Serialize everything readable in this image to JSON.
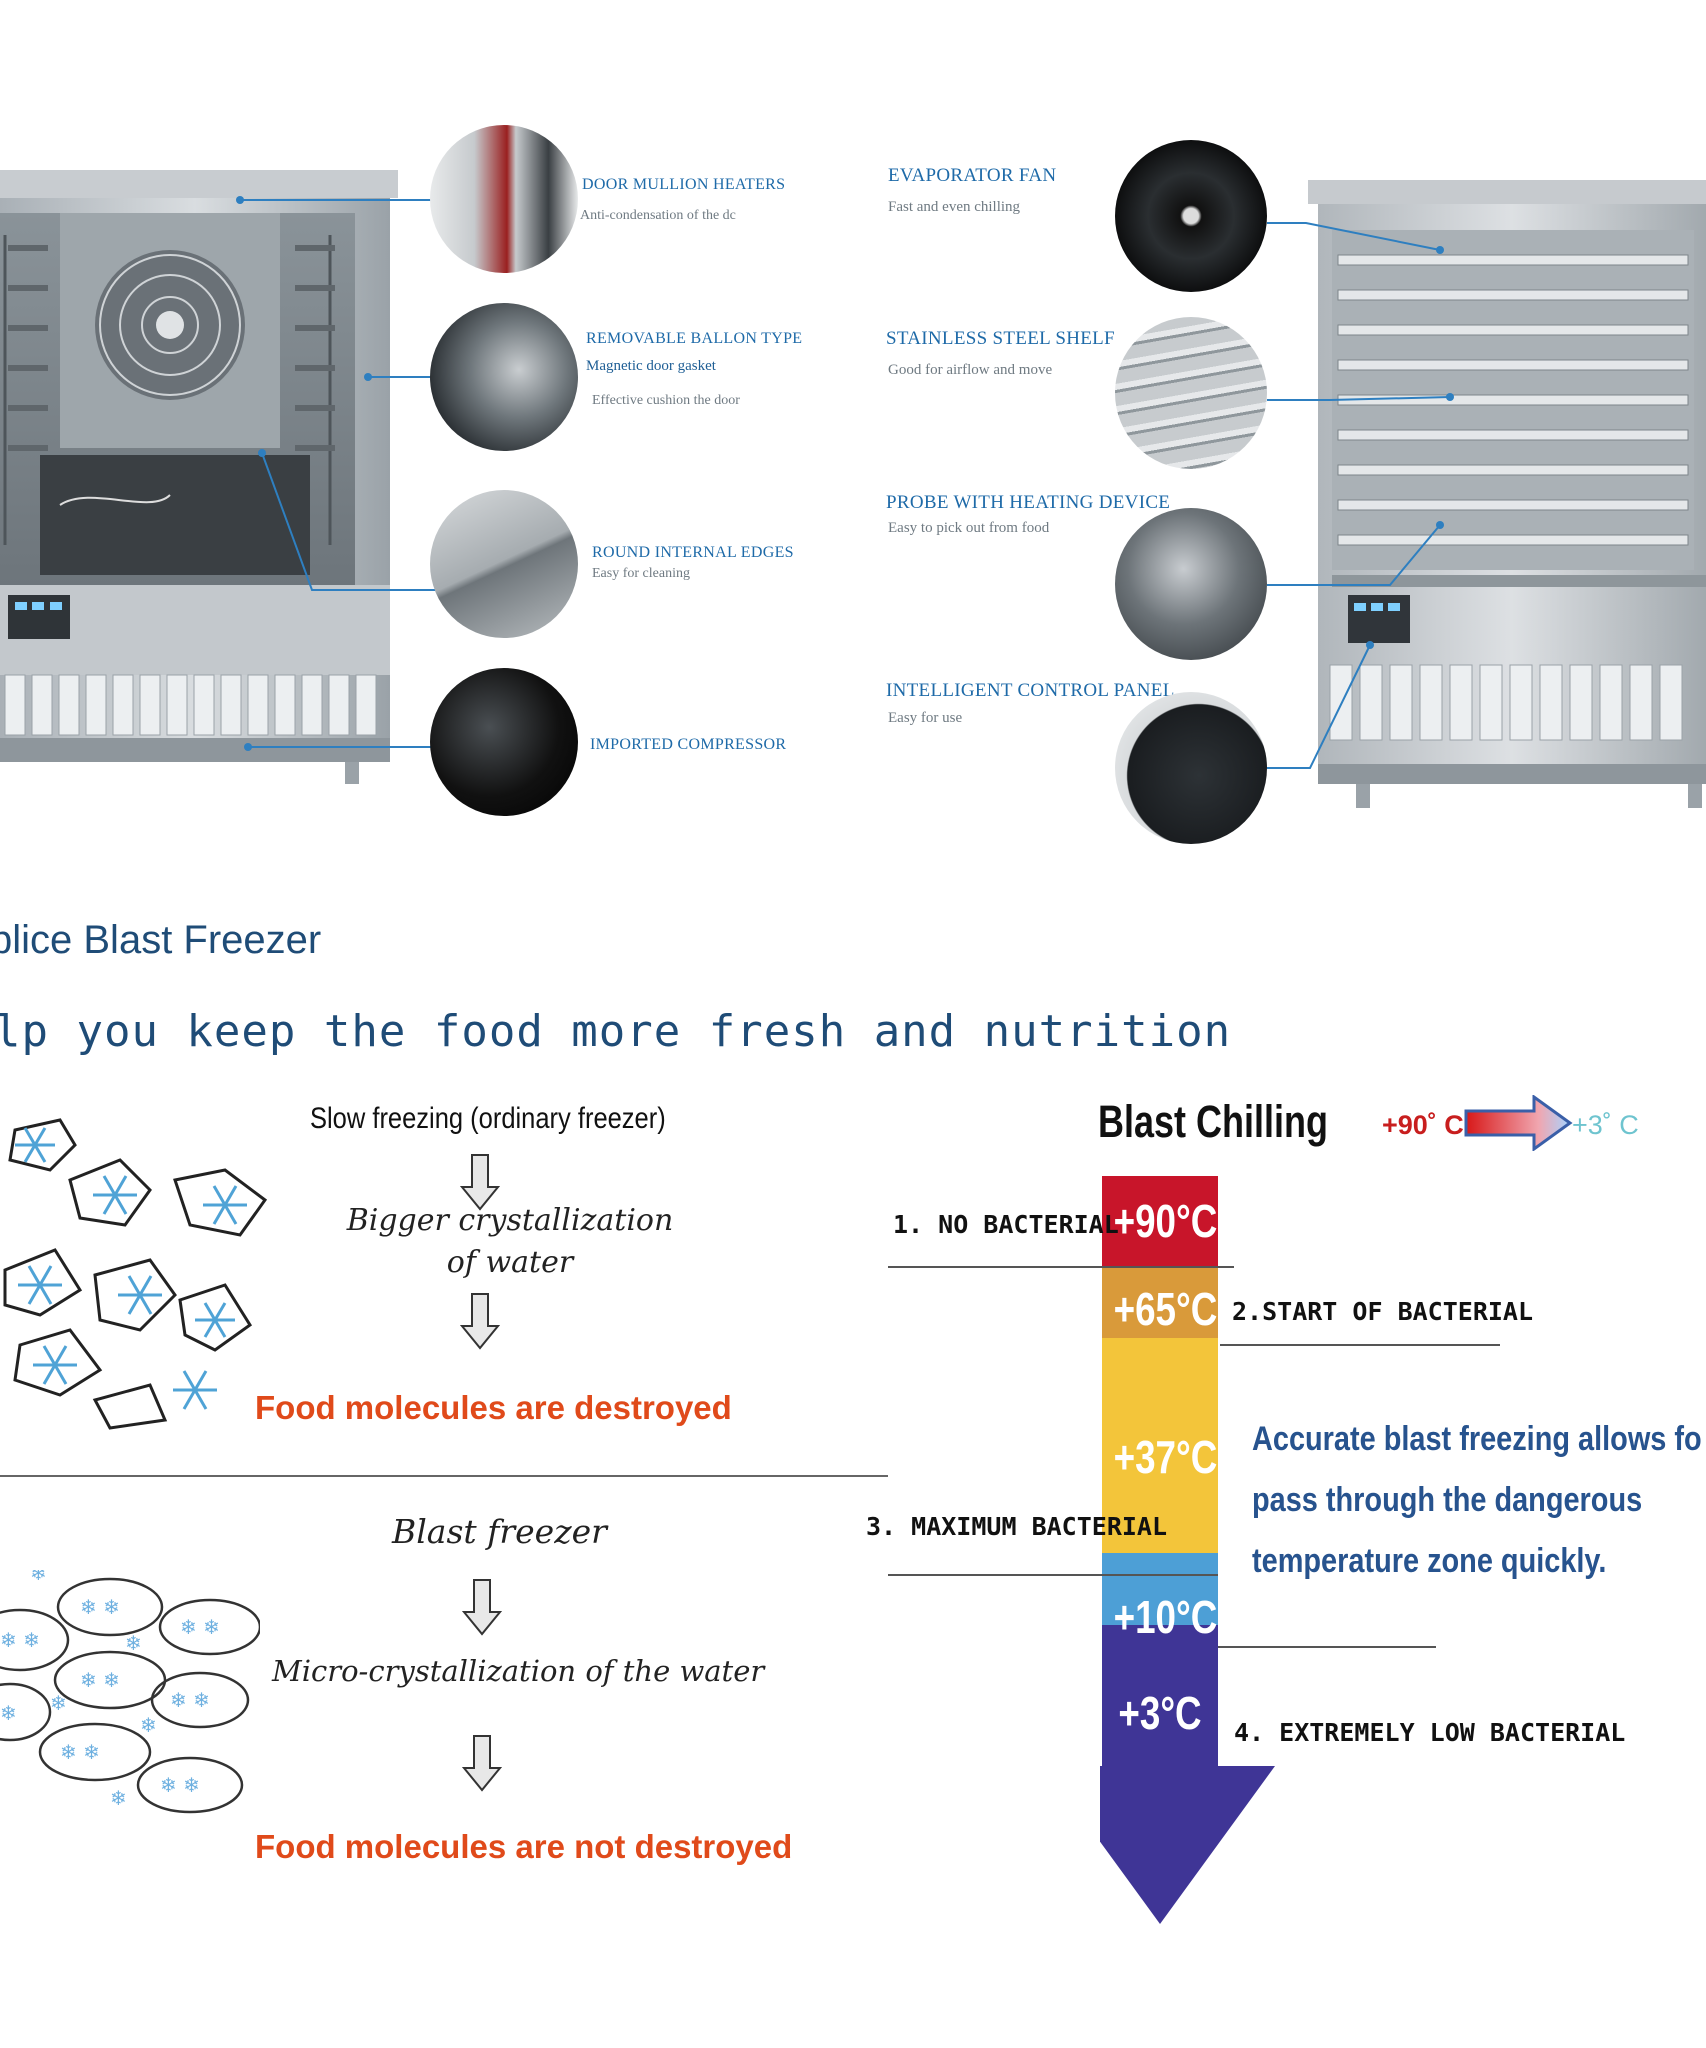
{
  "features_left": [
    {
      "title": "DOOR MULLION HEATERS",
      "desc": "Anti-condensation of the dc"
    },
    {
      "title": "REMOVABLE BALLON TYPE",
      "desc": "Magnetic door gasket",
      "desc2": "Effective cushion the door"
    },
    {
      "title": "ROUND INTERNAL EDGES",
      "desc": "Easy for cleaning"
    },
    {
      "title": "IMPORTED COMPRESSOR"
    }
  ],
  "features_right": [
    {
      "title": "EVAPORATOR FAN",
      "desc": "Fast and even chilling"
    },
    {
      "title": "STAINLESS STEEL SHELF",
      "desc": "Good for airflow and move"
    },
    {
      "title": "PROBE WITH HEATING DEVICE",
      "desc": "Easy to pick out from food"
    },
    {
      "title": "INTELLIGENT CONTROL PANEL",
      "desc": "Easy for use"
    }
  ],
  "section_title": "blice Blast Freezer",
  "tagline": "lp you keep the food more fresh and nutrition",
  "slow": {
    "title": "Slow freezing (ordinary freezer)",
    "step": "Bigger crystallization of water",
    "result": "Food molecules are destroyed"
  },
  "blast": {
    "title": "Blast freezer",
    "step": "Micro-crystallization of the water",
    "result": "Food molecules are not destroyed"
  },
  "chilling": {
    "title": "Blast Chilling",
    "from": "+90˚ C",
    "to": "+3˚ C",
    "stages": [
      "1. NO BACTERIAL",
      "2.START OF BACTERIAL",
      "3. MAXIMUM BACTERIAL",
      "4. EXTREMELY LOW BACTERIAL"
    ],
    "temps": [
      "+90°C",
      "+65°C",
      "+37°C",
      "+10°C",
      "+3°C"
    ],
    "note": [
      "Accurate blast freezing allows fo",
      "pass through the dangerous",
      "temperature zone quickly."
    ]
  }
}
